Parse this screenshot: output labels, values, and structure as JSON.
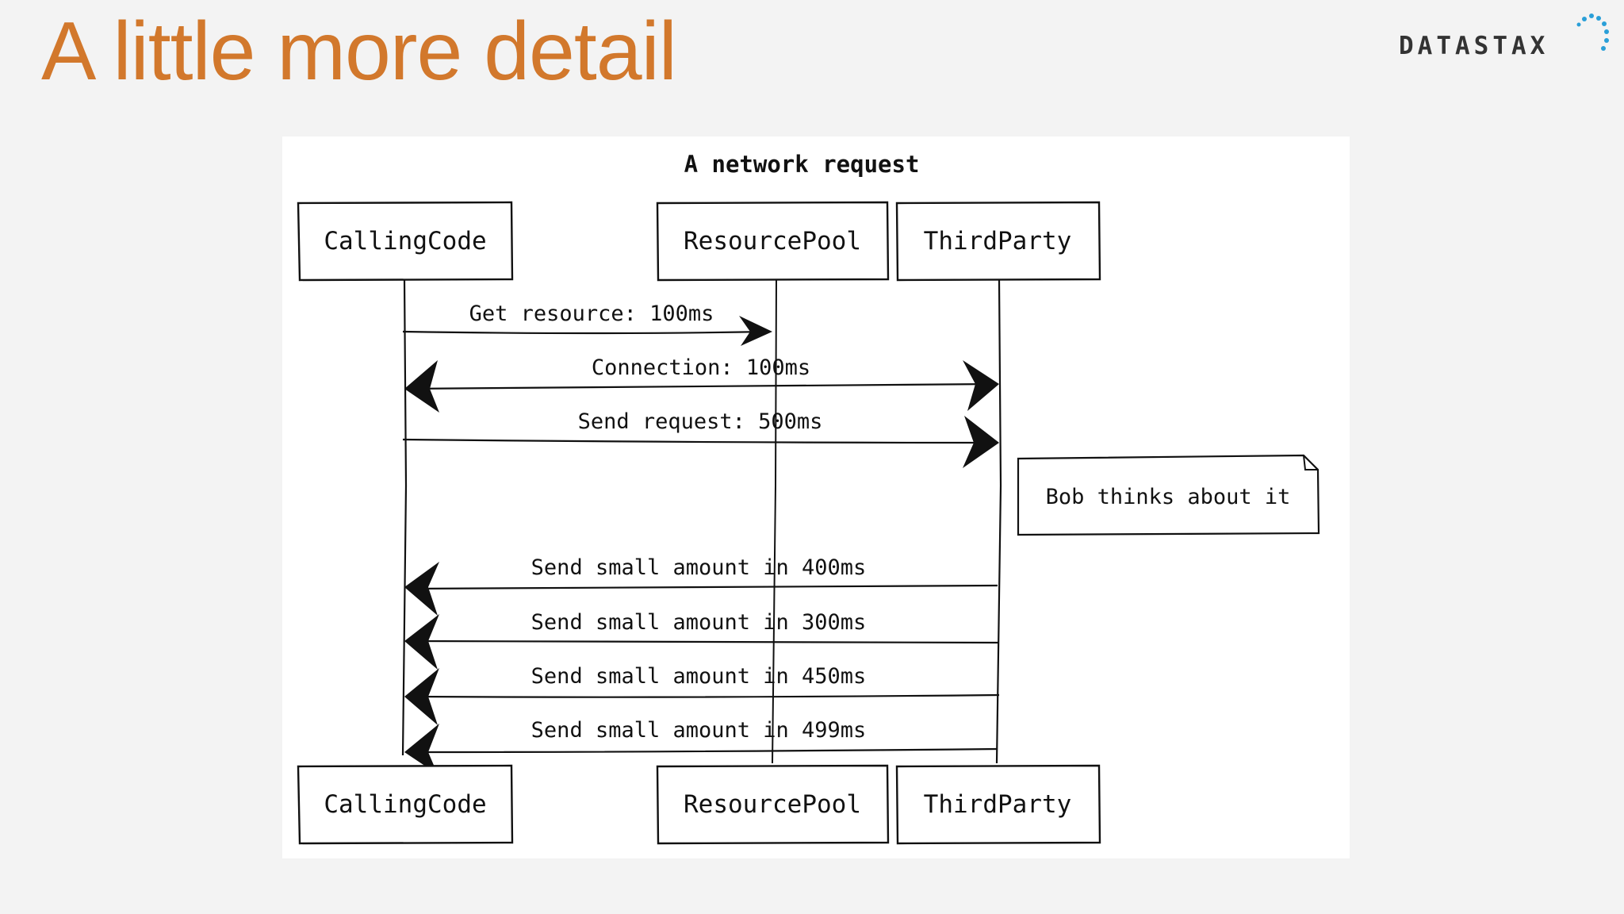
{
  "slide": {
    "title": "A little more detail"
  },
  "logo": {
    "text": "DATASTAX",
    "colors": {
      "text": "#333333",
      "dots": "#2a9fd8"
    }
  },
  "diagram": {
    "title": "A network request",
    "participants": [
      {
        "label": "CallingCode"
      },
      {
        "label": "ResourcePool"
      },
      {
        "label": "ThirdParty"
      }
    ],
    "messages": [
      {
        "label": "Get resource: 100ms",
        "from": "CallingCode",
        "to": "ResourcePool"
      },
      {
        "label": "Connection: 100ms",
        "from": "CallingCode",
        "to": "ThirdParty",
        "bidirectional": true
      },
      {
        "label": "Send request: 500ms",
        "from": "CallingCode",
        "to": "ThirdParty"
      },
      {
        "label": "Send small amount in 400ms",
        "from": "ThirdParty",
        "to": "CallingCode"
      },
      {
        "label": "Send small amount in 300ms",
        "from": "ThirdParty",
        "to": "CallingCode"
      },
      {
        "label": "Send small amount in 450ms",
        "from": "ThirdParty",
        "to": "CallingCode"
      },
      {
        "label": "Send small amount in 499ms",
        "from": "ThirdParty",
        "to": "CallingCode"
      }
    ],
    "note": {
      "label": "Bob thinks about it"
    }
  },
  "colors": {
    "title": "#d2782c",
    "background": "#f3f3f3",
    "panel": "#ffffff",
    "ink": "#111111"
  }
}
